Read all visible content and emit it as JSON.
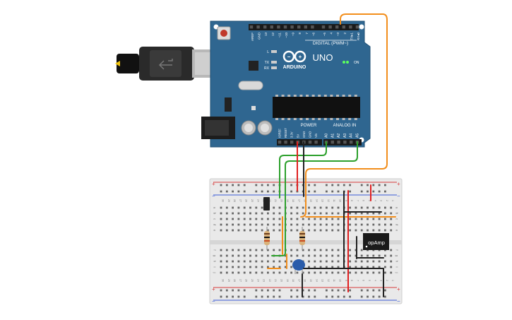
{
  "board": {
    "brand": "ARDUINO",
    "model": "UNO",
    "on_label": "ON",
    "digital_header": "DIGITAL (PWM~)",
    "digital_pins": [
      "AREF",
      "GND",
      "13",
      "12",
      "~11",
      "~10",
      "~9",
      "8",
      "7",
      "~6",
      "~5",
      "4",
      "~3",
      "2",
      "TX▸1",
      "RX◂0"
    ],
    "power_header": "POWER",
    "power_pins": [
      "IOREF",
      "RESET",
      "3.3V",
      "5V",
      "GND",
      "GND",
      "Vin"
    ],
    "analog_header": "ANALOG IN",
    "analog_pins": [
      "A0",
      "A1",
      "A2",
      "A3",
      "A4",
      "A5"
    ],
    "led_labels": [
      "L",
      "TX",
      "RX"
    ],
    "colors": {
      "pcb": "#2f6690",
      "pcb_edge": "#1f4f73",
      "silk": "#ffffff"
    }
  },
  "breadboard": {
    "column_numbers": [
      "30",
      "29",
      "28",
      "27",
      "26",
      "25",
      "24",
      "23",
      "22",
      "21",
      "20",
      "19",
      "18",
      "17",
      "16",
      "15",
      "14",
      "13",
      "12",
      "11",
      "10",
      "9",
      "8",
      "7",
      "6",
      "5",
      "4",
      "3",
      "2",
      "1"
    ],
    "row_letters_top": [
      "a",
      "b",
      "c",
      "d",
      "e"
    ],
    "row_letters_bottom": [
      "f",
      "g",
      "h",
      "i",
      "j"
    ],
    "rail_plus": "+",
    "rail_minus": "−",
    "colors": {
      "body": "#e9e9e9",
      "hole": "#555555",
      "rail_red": "#d83b3b",
      "rail_blue": "#3b5bd8"
    }
  },
  "components": {
    "opamp_label": "opAmp",
    "usb_icon": "usb-plug-icon"
  },
  "wires": {
    "colors": {
      "orange": "#f28e1c",
      "green": "#2ca02c",
      "red": "#e02020",
      "black": "#222222"
    }
  }
}
